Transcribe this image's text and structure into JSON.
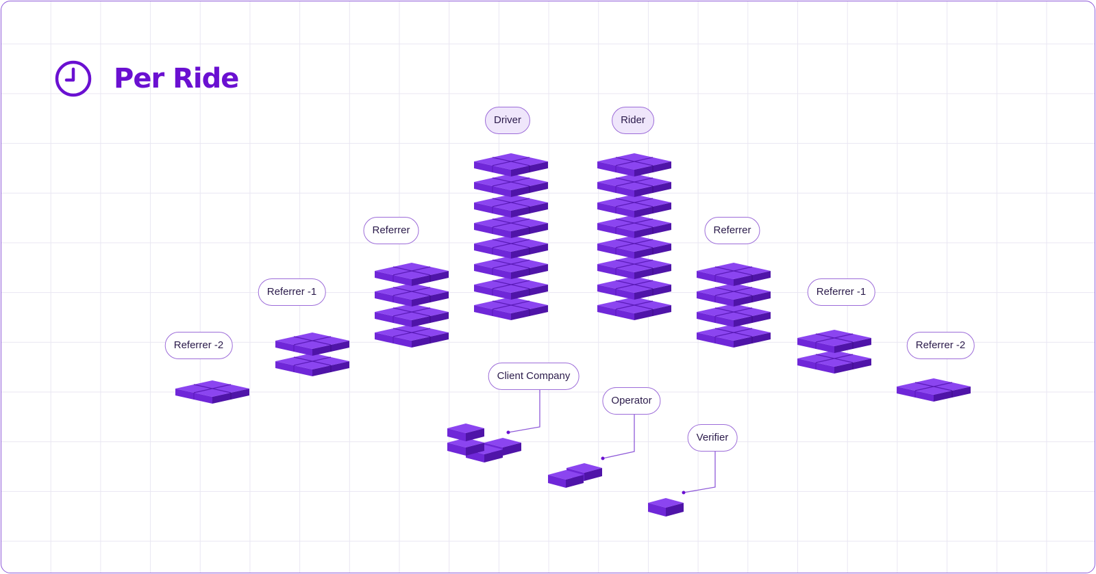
{
  "title": "Per Ride",
  "title_icon": "clock-icon",
  "labels": {
    "driver": "Driver",
    "rider": "Rider",
    "referrer_left": "Referrer",
    "referrer_right": "Referrer",
    "referrer_minus1_left": "Referrer -1",
    "referrer_minus1_right": "Referrer -1",
    "referrer_minus2_left": "Referrer -2",
    "referrer_minus2_right": "Referrer -2",
    "client_company": "Client Company",
    "operator": "Operator",
    "verifier": "Verifier"
  },
  "colors": {
    "brand": "#6a10d1",
    "block_top": "#8b45f0",
    "block_left": "#6f27d8",
    "block_right": "#4f14a8",
    "grid": "#e9e6f2",
    "label_border": "#9b6ad8"
  },
  "block_stacks": [
    {
      "for": "driver",
      "layers": 8
    },
    {
      "for": "rider",
      "layers": 8
    },
    {
      "for": "referrer_left",
      "layers": 4
    },
    {
      "for": "referrer_right",
      "layers": 4
    },
    {
      "for": "referrer_minus1_left",
      "layers": 2
    },
    {
      "for": "referrer_minus1_right",
      "layers": 2
    },
    {
      "for": "referrer_minus2_left",
      "layers": 1
    },
    {
      "for": "referrer_minus2_right",
      "layers": 1
    }
  ]
}
